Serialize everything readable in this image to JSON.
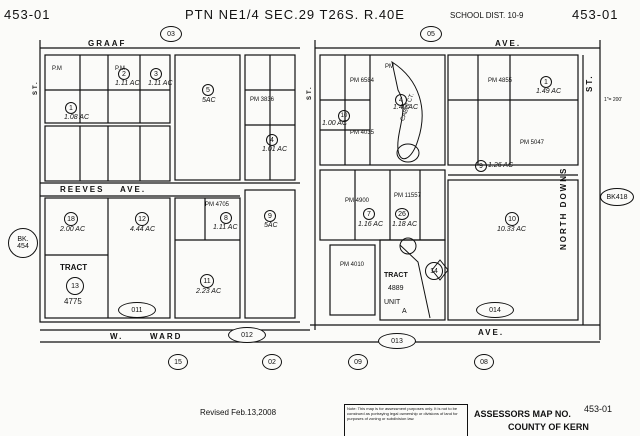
{
  "header": {
    "page_left": "453-01",
    "title": "PTN NE1/4 SEC.29 T26S. R.40E",
    "school_dist": "SCHOOL DIST. 10-9",
    "page_right": "453-01"
  },
  "streets": {
    "graaf": "GRAAF",
    "graaf_ave": "AVE.",
    "reeves": "REEVES",
    "reeves_ave": "AVE.",
    "ward_w": "W.",
    "ward": "WARD",
    "ward_ave": "AVE.",
    "north_downs": "NORTH DOWNS",
    "north_downs_st": "ST.",
    "cabin_ct": "CABIN CT.",
    "st_left": "ST.",
    "st_mid": "ST."
  },
  "adjacent_pages": {
    "top_03": "03",
    "top_05": "05",
    "bottom_15": "15",
    "bottom_02": "02",
    "bottom_09": "09",
    "bottom_08": "08",
    "bk_left_1": "BK.",
    "bk_left_2": "454",
    "bk_right": "BK418"
  },
  "blocks": {
    "b011": "011",
    "b012": "012",
    "b013": "013",
    "b014": "014"
  },
  "tracts": {
    "left_label": "TRACT",
    "left_number": "13",
    "left_id": "4775",
    "center_label": "TRACT",
    "center_id": "4889",
    "center_unit": "UNIT",
    "center_unit_letter": "A",
    "center_circle": "14"
  },
  "pm_labels": [
    "P.M",
    "P.M",
    "PM 6584",
    "PM",
    "PM 4855",
    "PM 3836",
    "PM 4035",
    "PM 4705",
    "PM 4900",
    "PM 11557",
    "PM 4010",
    "PM 5047"
  ],
  "parcels": [
    {
      "num": "1",
      "acres": "1.08 AC"
    },
    {
      "num": "2",
      "acres": "1.11 AC"
    },
    {
      "num": "3",
      "acres": "1.11 AC"
    },
    {
      "num": "5",
      "acres": "5AC"
    },
    {
      "num": "4",
      "acres": "1.01 AC"
    },
    {
      "num": "4",
      "acres": "1.40 AC"
    },
    {
      "num": "9",
      "acres": "1.26 AC"
    },
    {
      "num": "10",
      "acres": "1.00 AC"
    },
    {
      "num": "18",
      "acres": "2.00 AC"
    },
    {
      "num": "12",
      "acres": "4.44 AC"
    },
    {
      "num": "9",
      "acres": "5AC"
    },
    {
      "num": "11",
      "acres": "2.23 AC"
    },
    {
      "num": "7",
      "acres": "1.16 AC"
    },
    {
      "num": "26",
      "acres": "1.18 AC"
    },
    {
      "num": "10",
      "acres": "10.33 AC"
    },
    {
      "num": "1",
      "acres": "1.49 AC"
    },
    {
      "num": "8",
      "acres": "1.11 AC"
    }
  ],
  "footer": {
    "revised": "Revised Feb.13,2008",
    "note": "Note: This map is for assessment purposes only. It is not to be construed as portraying legal ownership or divisions of land for purposes of zoning or subdivision law.",
    "assessor_title": "ASSESSORS MAP NO.",
    "map_number": "453-01",
    "county": "COUNTY OF KERN"
  },
  "scale_note": "1\"= 200'"
}
